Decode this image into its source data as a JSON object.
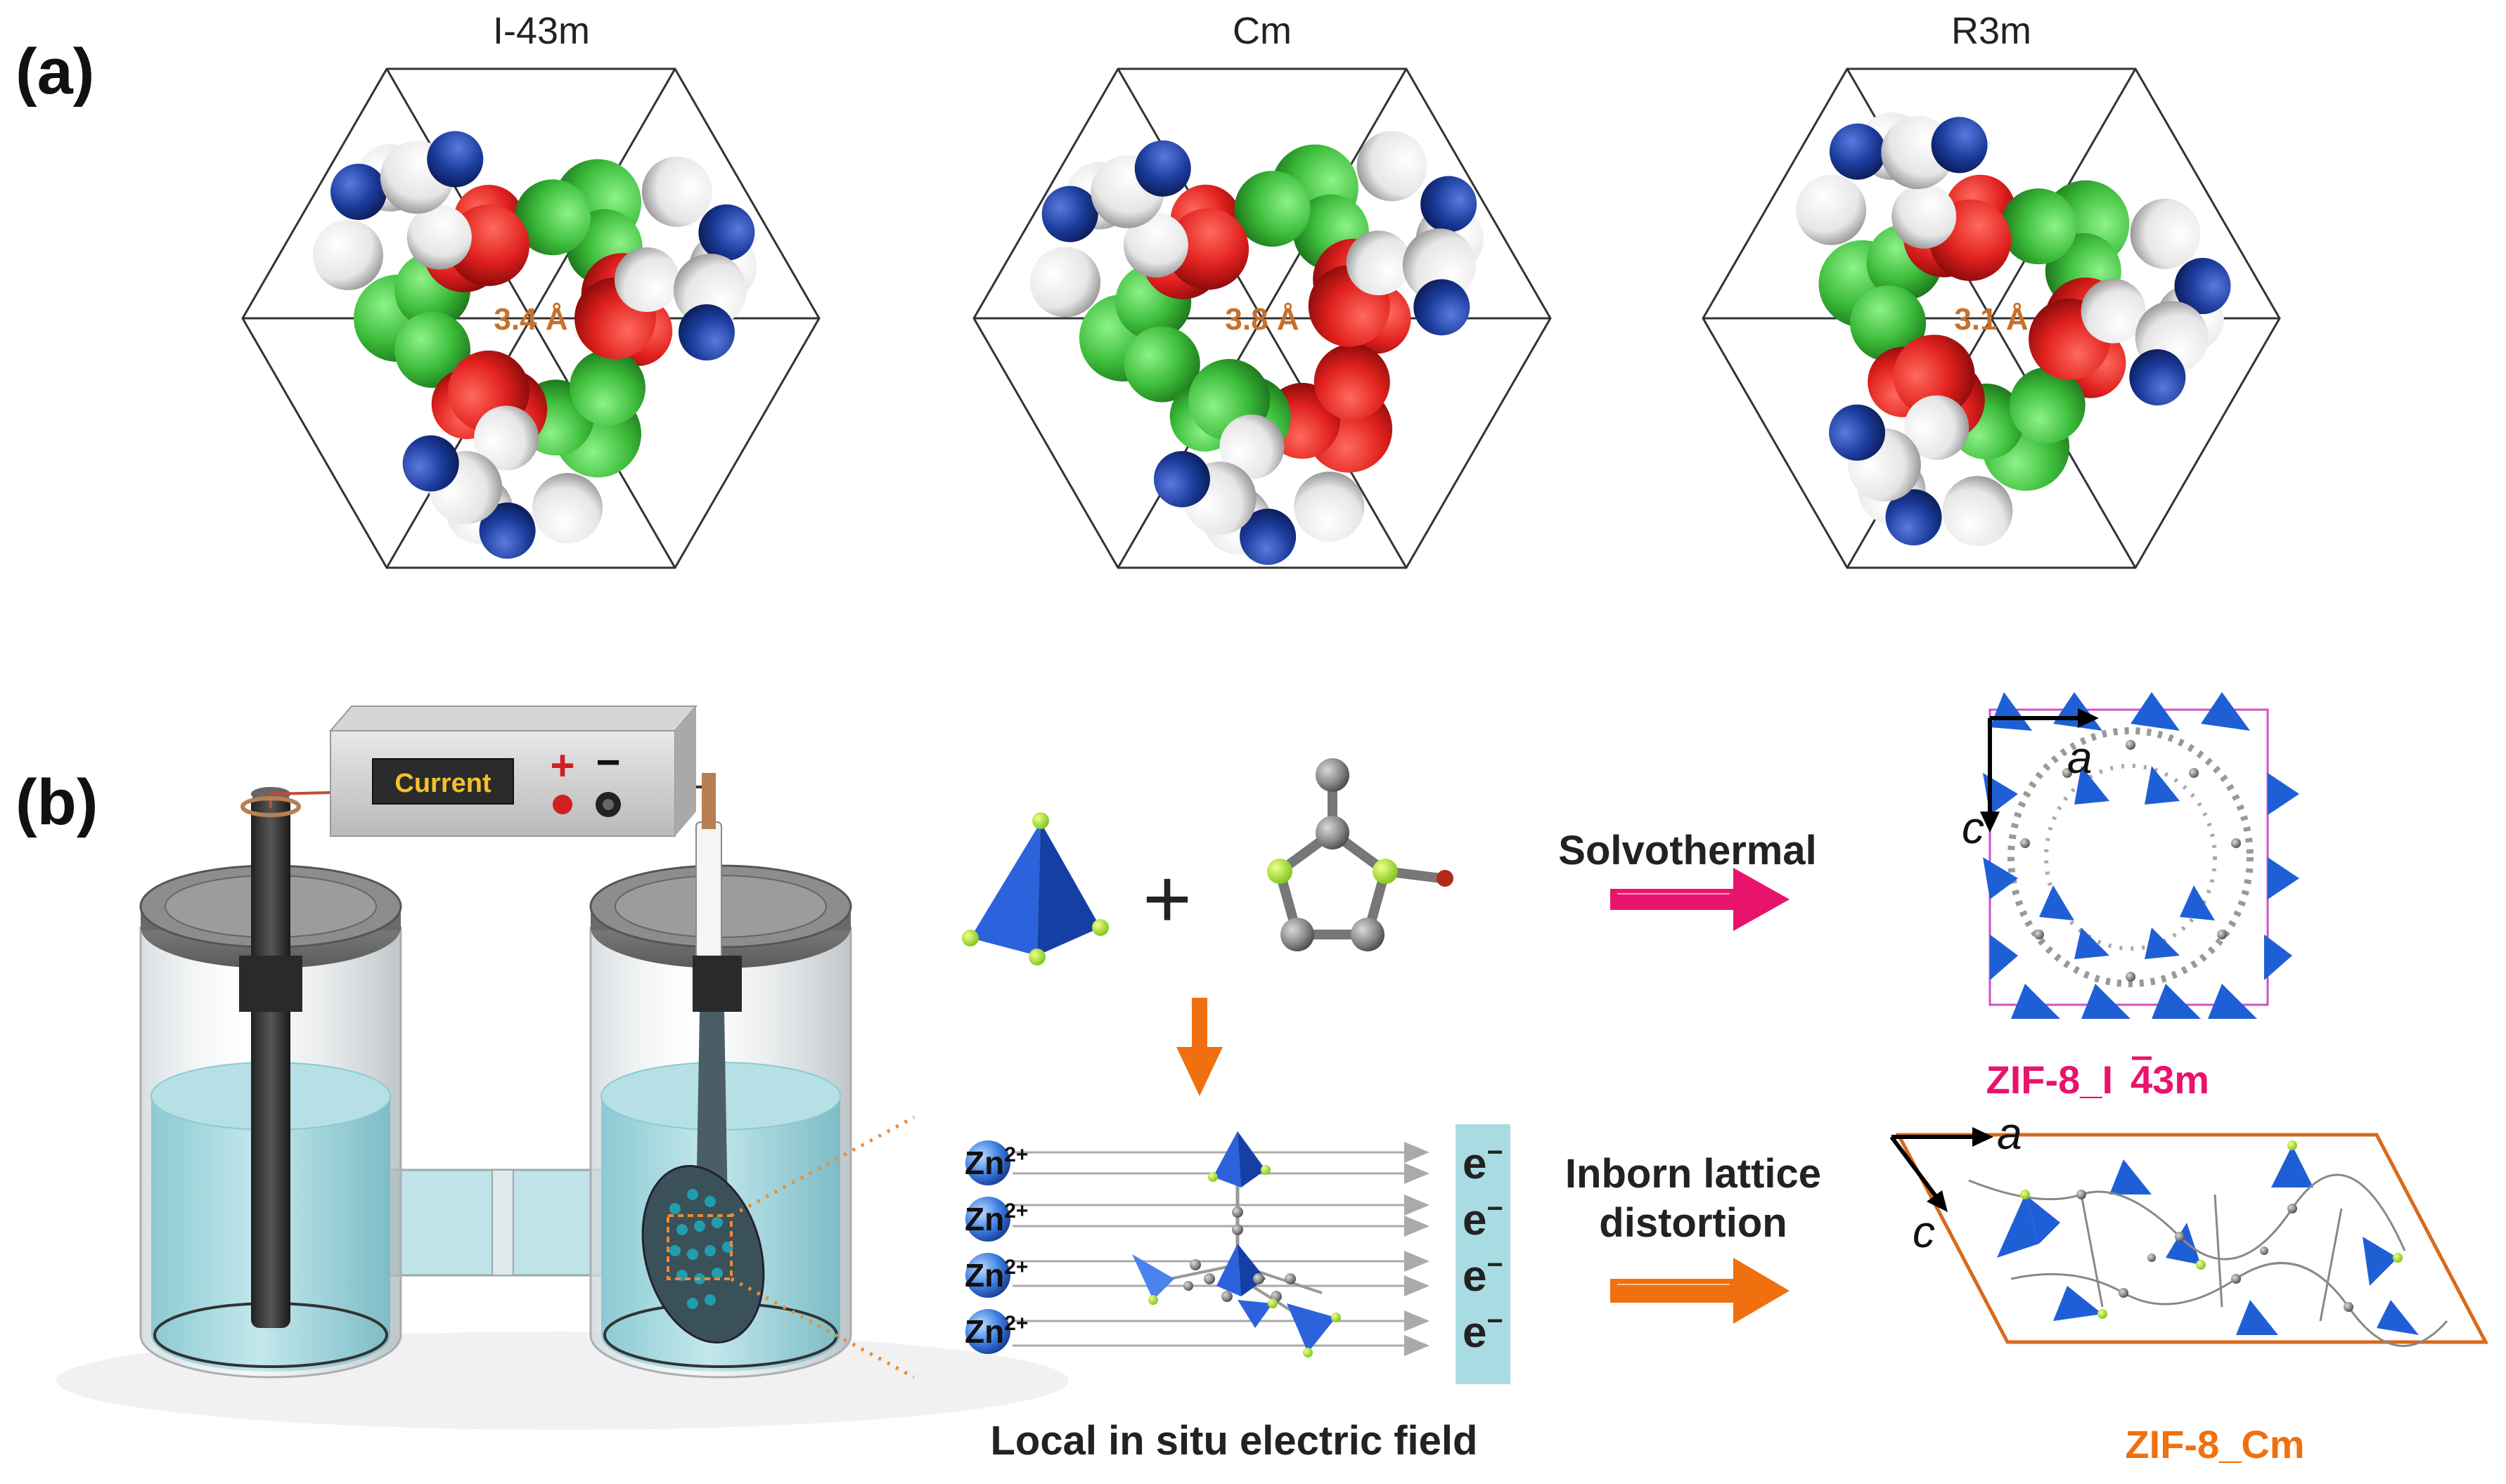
{
  "panel_a": {
    "label": "(a)",
    "structures": [
      {
        "space_group": "I-43m",
        "pore_size": "3.4 Å"
      },
      {
        "space_group": "Cm",
        "pore_size": "3.8 Å"
      },
      {
        "space_group": "R3m",
        "pore_size": "3.1 Å"
      }
    ]
  },
  "panel_b": {
    "label": "(b)",
    "power_supply_label": "Current",
    "plus_sign": "+",
    "minus_sign": "−",
    "plus_symbol": "+",
    "zn_ion_base": "Zn",
    "zn_ion_charge": "2+",
    "zn_ion_count": 4,
    "electron_base": "e",
    "electron_charge": "−",
    "field_caption": "Local in situ electric field",
    "route_solvothermal": "Solvothermal",
    "route_distortion_line1": "Inborn lattice",
    "route_distortion_line2": "distortion",
    "product_1_prefix": "ZIF-8_I",
    "product_1_suffix": "43m",
    "product_2": "ZIF-8_Cm",
    "axis_a": "a",
    "axis_c": "c"
  },
  "colors": {
    "red_ligand": "#e0201e",
    "green_ligand": "#3cbc3a",
    "nitrogen": "#1c3c9c",
    "hydrogen": "#f2f2f2",
    "tetrahedron": "#1f5fd6",
    "pink_arrow": "#e8136d",
    "orange_arrow": "#f0700f",
    "electrolyte": "#a9dce2"
  }
}
